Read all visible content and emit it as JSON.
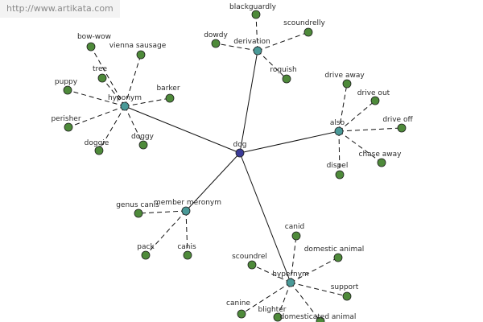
{
  "watermark": "http://www.artikata.com",
  "colors": {
    "leaf": "#4e8a3a",
    "hub": "#4a9a98",
    "center": "#3b3b98",
    "edge": "#111111"
  },
  "graph": {
    "center": "dog",
    "hubs": [
      {
        "id": "derivation",
        "label": "derivation",
        "leaves": [
          "blackguardly",
          "scoundrelly",
          "dowdy",
          "roguish"
        ]
      },
      {
        "id": "hyponym",
        "label": "hyponym",
        "leaves": [
          "bow-wow",
          "vienna sausage",
          "tree",
          "barker",
          "puppy",
          "perisher",
          "doggie",
          "doggy"
        ]
      },
      {
        "id": "also",
        "label": "also",
        "leaves": [
          "drive away",
          "drive out",
          "drive off",
          "chase away",
          "dispel"
        ]
      },
      {
        "id": "member-meronym",
        "label": "member meronym",
        "leaves": [
          "genus canis",
          "pack",
          "canis"
        ]
      },
      {
        "id": "hypernym",
        "label": "hypernym",
        "leaves": [
          "canid",
          "domestic animal",
          "scoundrel",
          "support",
          "canine",
          "blighter",
          "domesticated animal"
        ]
      }
    ]
  }
}
